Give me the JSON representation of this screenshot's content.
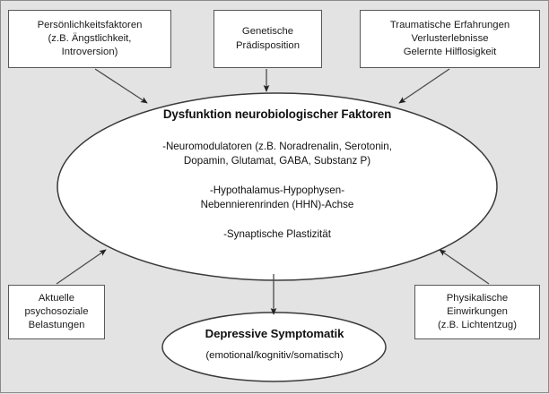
{
  "figure": {
    "title": "Dysfunktion neurobiologischer Faktoren",
    "background_color": "#e3e3e3",
    "shape_fill": "#ffffff",
    "line_color": "#58585a",
    "text_color": "#1a1a1a"
  },
  "top_inputs": [
    {
      "id": "persoenlichkeitsfaktoren",
      "lines": [
        "Persönlichkeitsfaktoren",
        "(z.B. Ängstlichkeit,",
        "Introversion)"
      ]
    },
    {
      "id": "genetische-praedisposition",
      "lines": [
        "Genetische",
        "Prädisposition"
      ]
    },
    {
      "id": "traumatische-erfahrungen",
      "lines": [
        "Traumatische Erfahrungen",
        "Verlusterlebnisse",
        "Gelernte Hilflosigkeit"
      ]
    }
  ],
  "bottom_inputs": [
    {
      "id": "aktuelle-psychosoziale-belastungen",
      "lines": [
        "Aktuelle",
        "psychosoziale",
        "Belastungen"
      ]
    },
    {
      "id": "physikalische-einwirkungen",
      "lines": [
        "Physikalische",
        "Einwirkungen",
        "(z.B. Lichtentzug)"
      ]
    }
  ],
  "core_ellipse": {
    "heading": "Dysfunktion neurobiologischer Faktoren",
    "items": [
      [
        "-Neuromodulatoren (z.B. Noradrenalin, Serotonin,",
        "Dopamin, Glutamat, GABA, Substanz P)"
      ],
      [
        "-Hypothalamus-Hypophysen-",
        "Nebennierenrinden (HHN)-Achse"
      ],
      [
        "-Synaptische Plastizität"
      ]
    ]
  },
  "outcome_ellipse": {
    "heading": "Depressive Symptomatik",
    "subtitle": "(emotional/kognitiv/somatisch)"
  },
  "arrows": [
    {
      "id": "arrow-persoenlichkeitsfaktoren-to-core",
      "from": "persoenlichkeitsfaktoren",
      "to": "core-ellipse"
    },
    {
      "id": "arrow-genetische-praedisposition-to-core",
      "from": "genetische-praedisposition",
      "to": "core-ellipse"
    },
    {
      "id": "arrow-traumatische-erfahrungen-to-core",
      "from": "traumatische-erfahrungen",
      "to": "core-ellipse"
    },
    {
      "id": "arrow-aktuelle-belastungen-to-core",
      "from": "aktuelle-psychosoziale-belastungen",
      "to": "core-ellipse"
    },
    {
      "id": "arrow-physikalische-einwirkungen-to-core",
      "from": "physikalische-einwirkungen",
      "to": "core-ellipse"
    },
    {
      "id": "arrow-core-to-outcome",
      "from": "core-ellipse",
      "to": "outcome-ellipse"
    }
  ]
}
